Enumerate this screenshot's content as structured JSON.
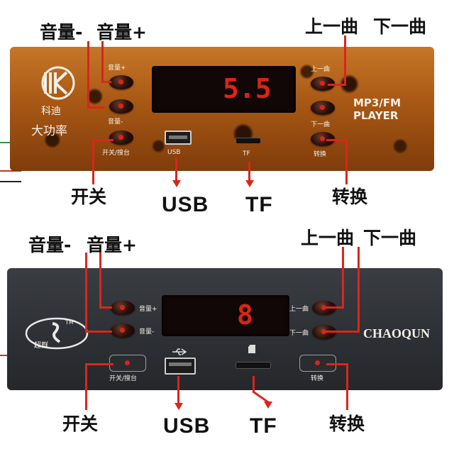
{
  "annotations": {
    "vol_minus": "音量-",
    "vol_plus": "音量+",
    "prev_track": "上一曲",
    "next_track": "下一曲",
    "power": "开关",
    "usb": "USB",
    "tf": "TF",
    "mode": "转换"
  },
  "panel_top": {
    "brand_cn": "科迪",
    "power_text": "大功率",
    "vol_plus": "音量+",
    "vol_minus": "音量-",
    "power_search": "开关/搜台",
    "usb": "USB",
    "tf": "TF",
    "prev": "上一曲",
    "next": "下一曲",
    "mode": "转换",
    "player": "MP3/FM PLAYER",
    "display_value": "5.5"
  },
  "panel_bottom": {
    "brand": "CHAOQUN",
    "logo_text": "超群",
    "tm": "TM",
    "vol_plus": "音量+",
    "vol_minus": "音量-",
    "power_search": "开关/搜台",
    "prev": "上一曲",
    "next": "下一曲",
    "mode": "转换",
    "display_value": "8"
  },
  "colors": {
    "accent_red": "#d9261c",
    "wood": "#a85814",
    "dark_panel": "#2c2f33"
  }
}
